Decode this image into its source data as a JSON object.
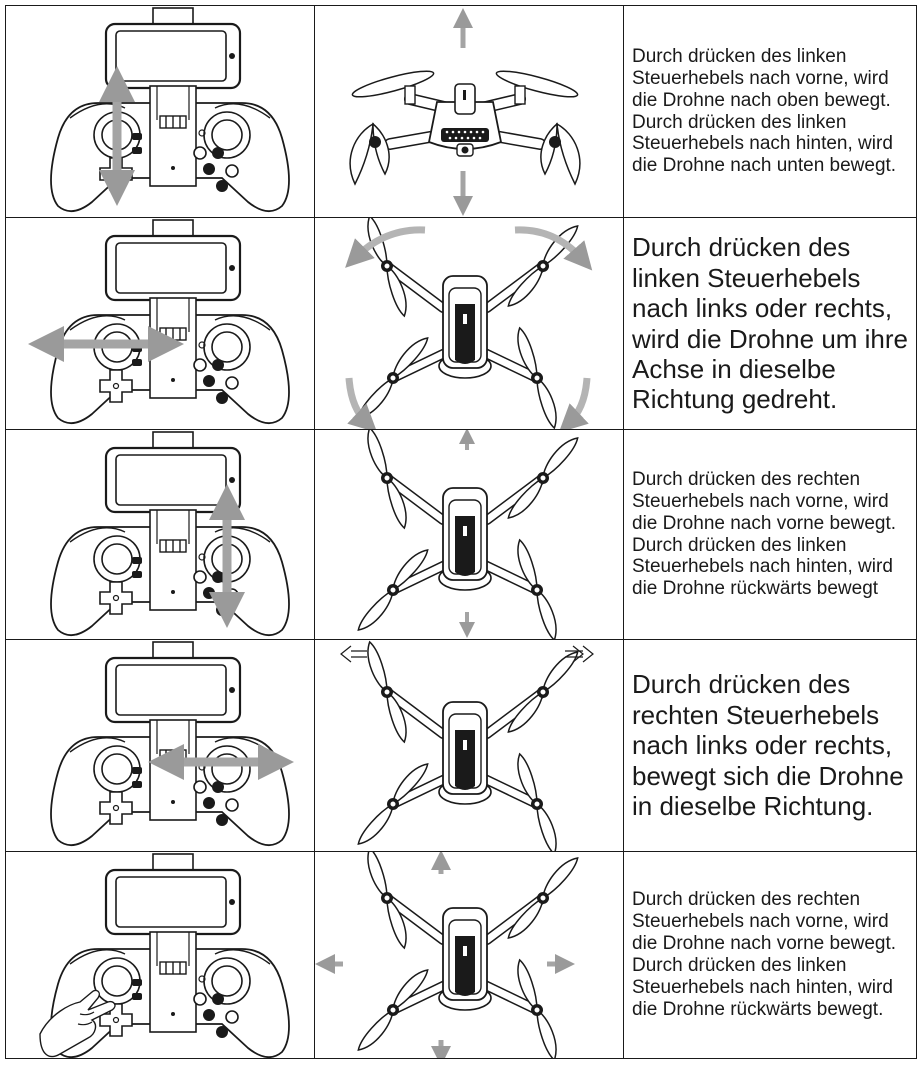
{
  "rows": [
    {
      "control": "left-stick-up-down",
      "motion": "ascend-descend",
      "text": "Durch drücken des linken Steuerhebels nach vorne, wird die Drohne nach oben bewegt. Durch drücken des linken Steuerhebels nach hinten, wird die Drohne nach unten bewegt."
    },
    {
      "control": "left-stick-left-right",
      "motion": "rotate",
      "text": "Durch drücken des linken Steuerhebels nach links oder rechts, wird die Drohne um ihre Achse in dieselbe Richtung gedreht."
    },
    {
      "control": "right-stick-up-down",
      "motion": "forward-backward",
      "text": "Durch drücken des rechten Steuerhebels nach vorne, wird die Drohne nach vorne bewegt. Durch drücken des linken Steuerhebels nach hinten, wird die Drohne rückwärts bewegt"
    },
    {
      "control": "right-stick-left-right",
      "motion": "sideways",
      "text": "Durch drücken des rechten Steuerhebels nach links oder rechts, bewegt sich die Drohne in dieselbe Richtung."
    },
    {
      "control": "dpad-press",
      "motion": "trim-all-directions",
      "text": "Durch drücken des rechten Steuerhebels nach vorne, wird die Drohne nach vorne bewegt. Durch drücken des linken Steuerhebels nach hinten, wird die Drohne rückwärts bewegt."
    }
  ],
  "colors": {
    "line": "#1a1a1a",
    "arrow": "#9a9a9a"
  }
}
